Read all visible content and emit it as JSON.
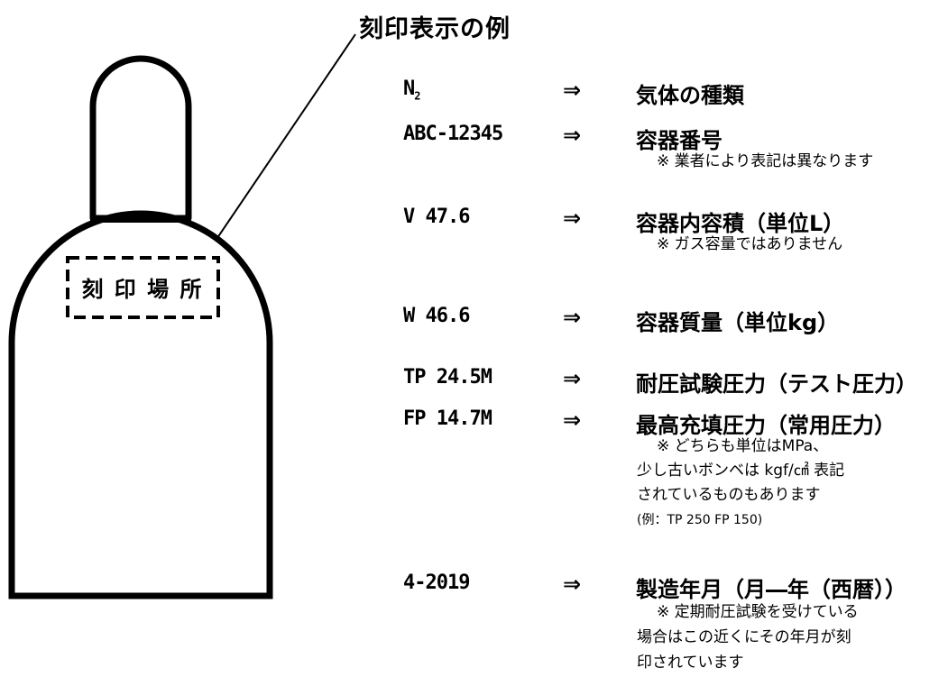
{
  "title": "刻印表示の例",
  "cylinder": {
    "stamp_label": "刻 印 場 所",
    "body_color": "#ffffff",
    "stroke_color": "#000000"
  },
  "rows": [
    {
      "code_main": "N",
      "code_sub": "2",
      "arrow": "⇒",
      "label": "気体の種類",
      "notes": []
    },
    {
      "code_main": "ABC-12345",
      "arrow": "⇒",
      "label": "容器番号",
      "notes": [
        "※ 業者により表記は異なります"
      ]
    },
    {
      "code_main": "V 47.6",
      "arrow": "⇒",
      "label": "容器内容積（単位L）",
      "notes": [
        "※ ガス容量ではありません"
      ]
    },
    {
      "code_main": "W 46.6",
      "arrow": "⇒",
      "label": "容器質量（単位kg）",
      "notes": []
    },
    {
      "code_main": "TP 24.5M",
      "arrow": "⇒",
      "label": "耐圧試験圧力（テスト圧力）",
      "notes": []
    },
    {
      "code_main": "FP 14.7M",
      "arrow": "⇒",
      "label": "最高充填圧力（常用圧力）",
      "notes": [
        "※ どちらも単位はMPa、",
        "少し古いボンベは kgf/㎠ 表記",
        "されているものもあります",
        "(例：TP 250  FP 150)"
      ]
    },
    {
      "code_main": "4-2019",
      "arrow": "⇒",
      "label": "製造年月（月―年（西暦））",
      "notes": [
        "※ 定期耐圧試験を受けている",
        "場合はこの近くにその年月が刻",
        "印されています"
      ]
    }
  ]
}
